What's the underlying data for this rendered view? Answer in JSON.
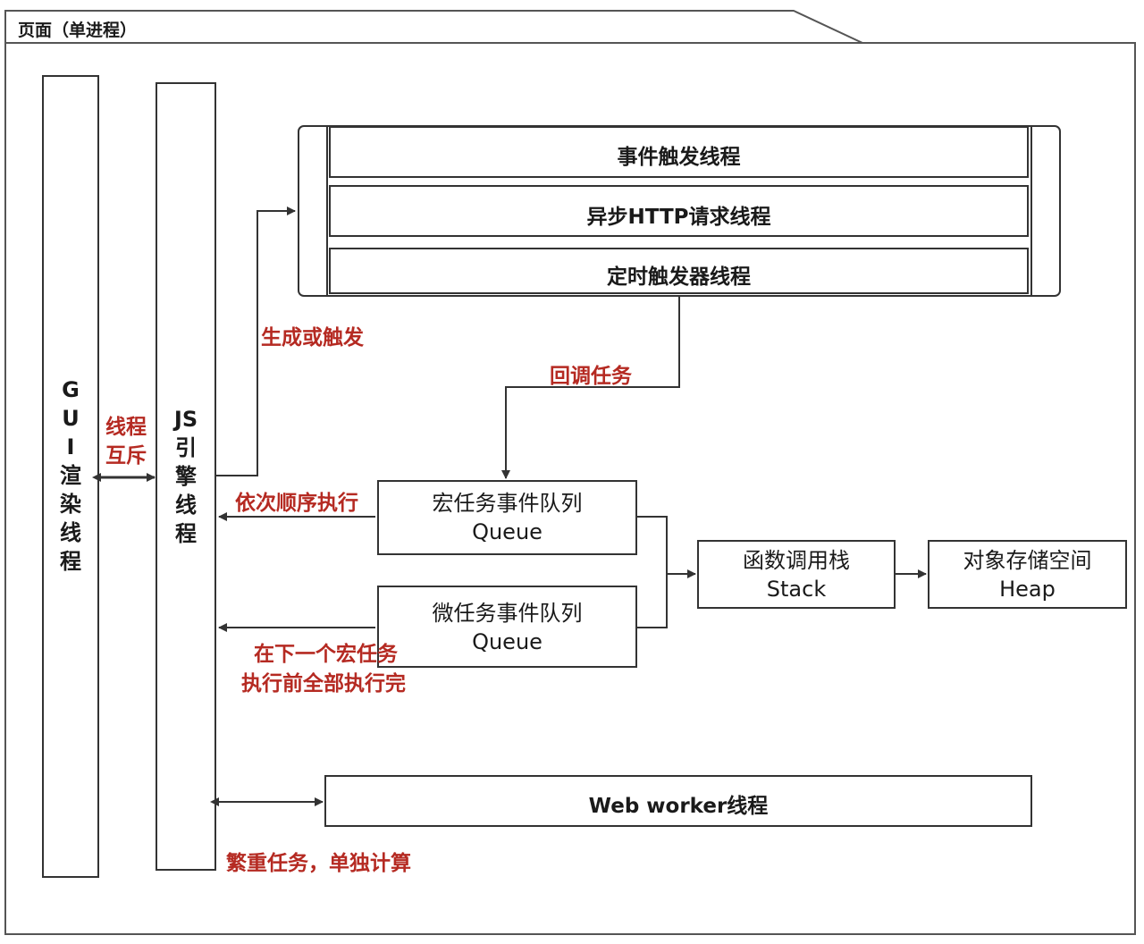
{
  "frame": {
    "title": "页面（单进程）"
  },
  "gui_thread": {
    "chars": [
      "G",
      "U",
      "I",
      "渲",
      "染",
      "线",
      "程"
    ]
  },
  "js_engine": {
    "chars": [
      "JS",
      "引",
      "擎",
      "线",
      "程"
    ]
  },
  "mutex_label": {
    "line1": "线程",
    "line2": "互斥"
  },
  "browser_threads": {
    "event_trigger": "事件触发线程",
    "async_http": "异步HTTP请求线程",
    "timer": "定时触发器线程"
  },
  "annotations": {
    "generate_or_trigger": "生成或触发",
    "callback_task": "回调任务",
    "execute_in_order": "依次顺序执行",
    "micro_note_line1": "在下一个宏任务",
    "micro_note_line2": "执行前全部执行完",
    "heavy_task": "繁重任务，单独计算"
  },
  "macro_queue": {
    "line1": "宏任务事件队列",
    "line2": "Queue"
  },
  "micro_queue": {
    "line1": "微任务事件队列",
    "line2": "Queue"
  },
  "call_stack": {
    "line1": "函数调用栈",
    "line2": "Stack"
  },
  "heap": {
    "line1": "对象存储空间",
    "line2": "Heap"
  },
  "web_worker": {
    "label": "Web worker线程"
  },
  "colors": {
    "line": "#333333",
    "annotation": "#b52a22",
    "frame": "#555555"
  }
}
